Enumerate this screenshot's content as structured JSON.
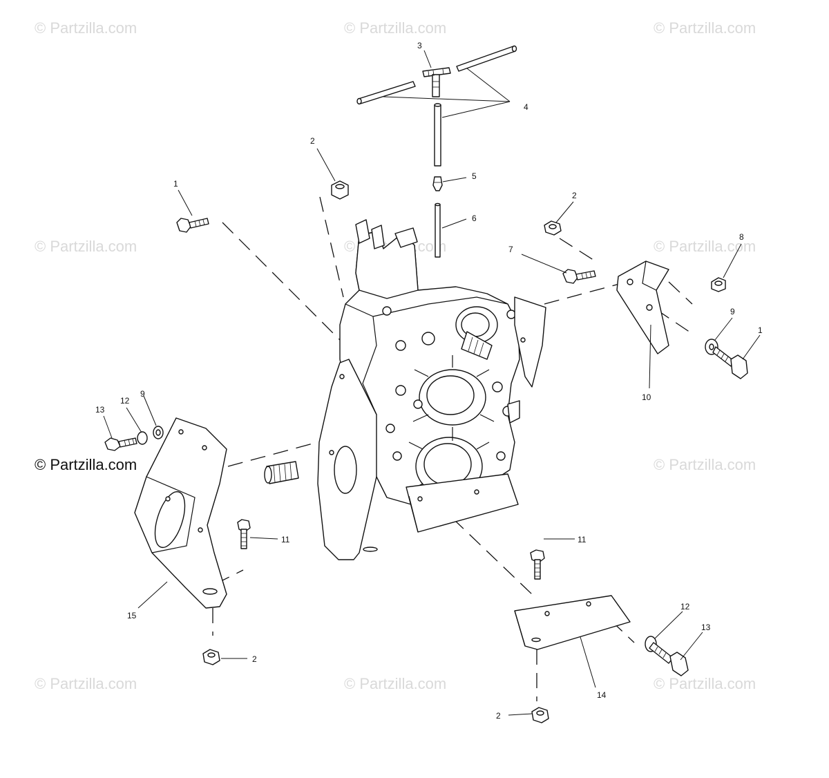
{
  "watermark": {
    "text": "© Partzilla.com",
    "main_text": "© Partzilla.com"
  },
  "callouts": {
    "c1a": "1",
    "c1b": "1",
    "c2a": "2",
    "c2b": "2",
    "c2c": "2",
    "c2d": "2",
    "c3": "3",
    "c4": "4",
    "c5": "5",
    "c6": "6",
    "c7": "7",
    "c8": "8",
    "c9a": "9",
    "c9b": "9",
    "c10": "10",
    "c11a": "11",
    "c11b": "11",
    "c12a": "12",
    "c12b": "12",
    "c13a": "13",
    "c13b": "13",
    "c14": "14",
    "c15": "15"
  },
  "colors": {
    "line": "#111111",
    "watermark": "#d9d9d9"
  }
}
